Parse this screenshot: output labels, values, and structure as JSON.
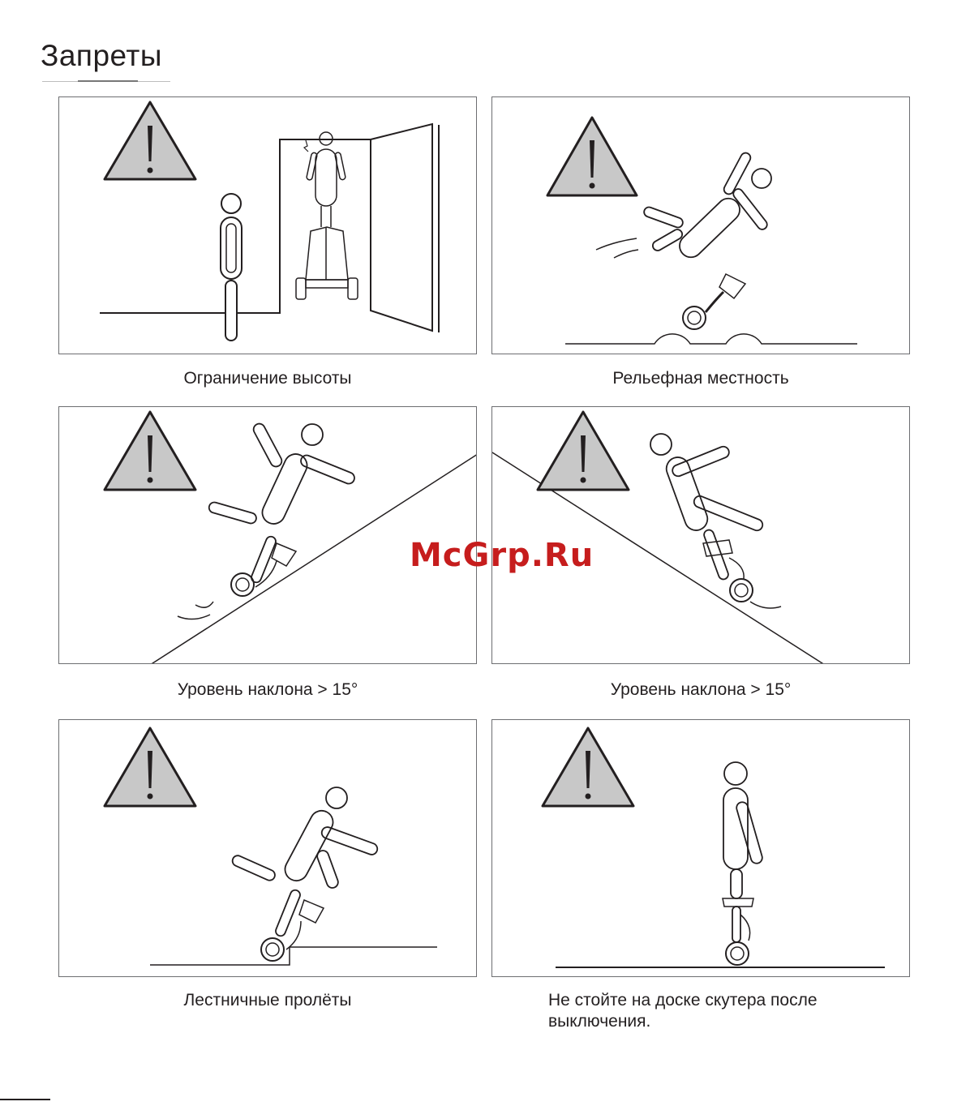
{
  "title": "Запреты",
  "warning_icon": "warning-triangle-icon",
  "colors": {
    "warning_fill": "#c8c8c8",
    "line": "#231f20",
    "panel_border": "#6d6e71",
    "watermark": "#c61d1d"
  },
  "panels": [
    {
      "caption": "Ограничение высоты",
      "icon": "height-limit-doorway-illustration"
    },
    {
      "caption": "Рельефная местность",
      "icon": "bumpy-terrain-illustration"
    },
    {
      "caption": "Уровень наклона  > 15°",
      "icon": "uphill-slope-illustration"
    },
    {
      "caption": "Уровень наклона > 15°",
      "icon": "downhill-slope-illustration"
    },
    {
      "caption": "Лестничные пролёты",
      "icon": "stairs-illustration"
    },
    {
      "caption": "Не стойте на доске скутера после выключения.",
      "icon": "standing-on-powered-off-scooter-illustration"
    }
  ],
  "watermark": "McGrp.Ru"
}
